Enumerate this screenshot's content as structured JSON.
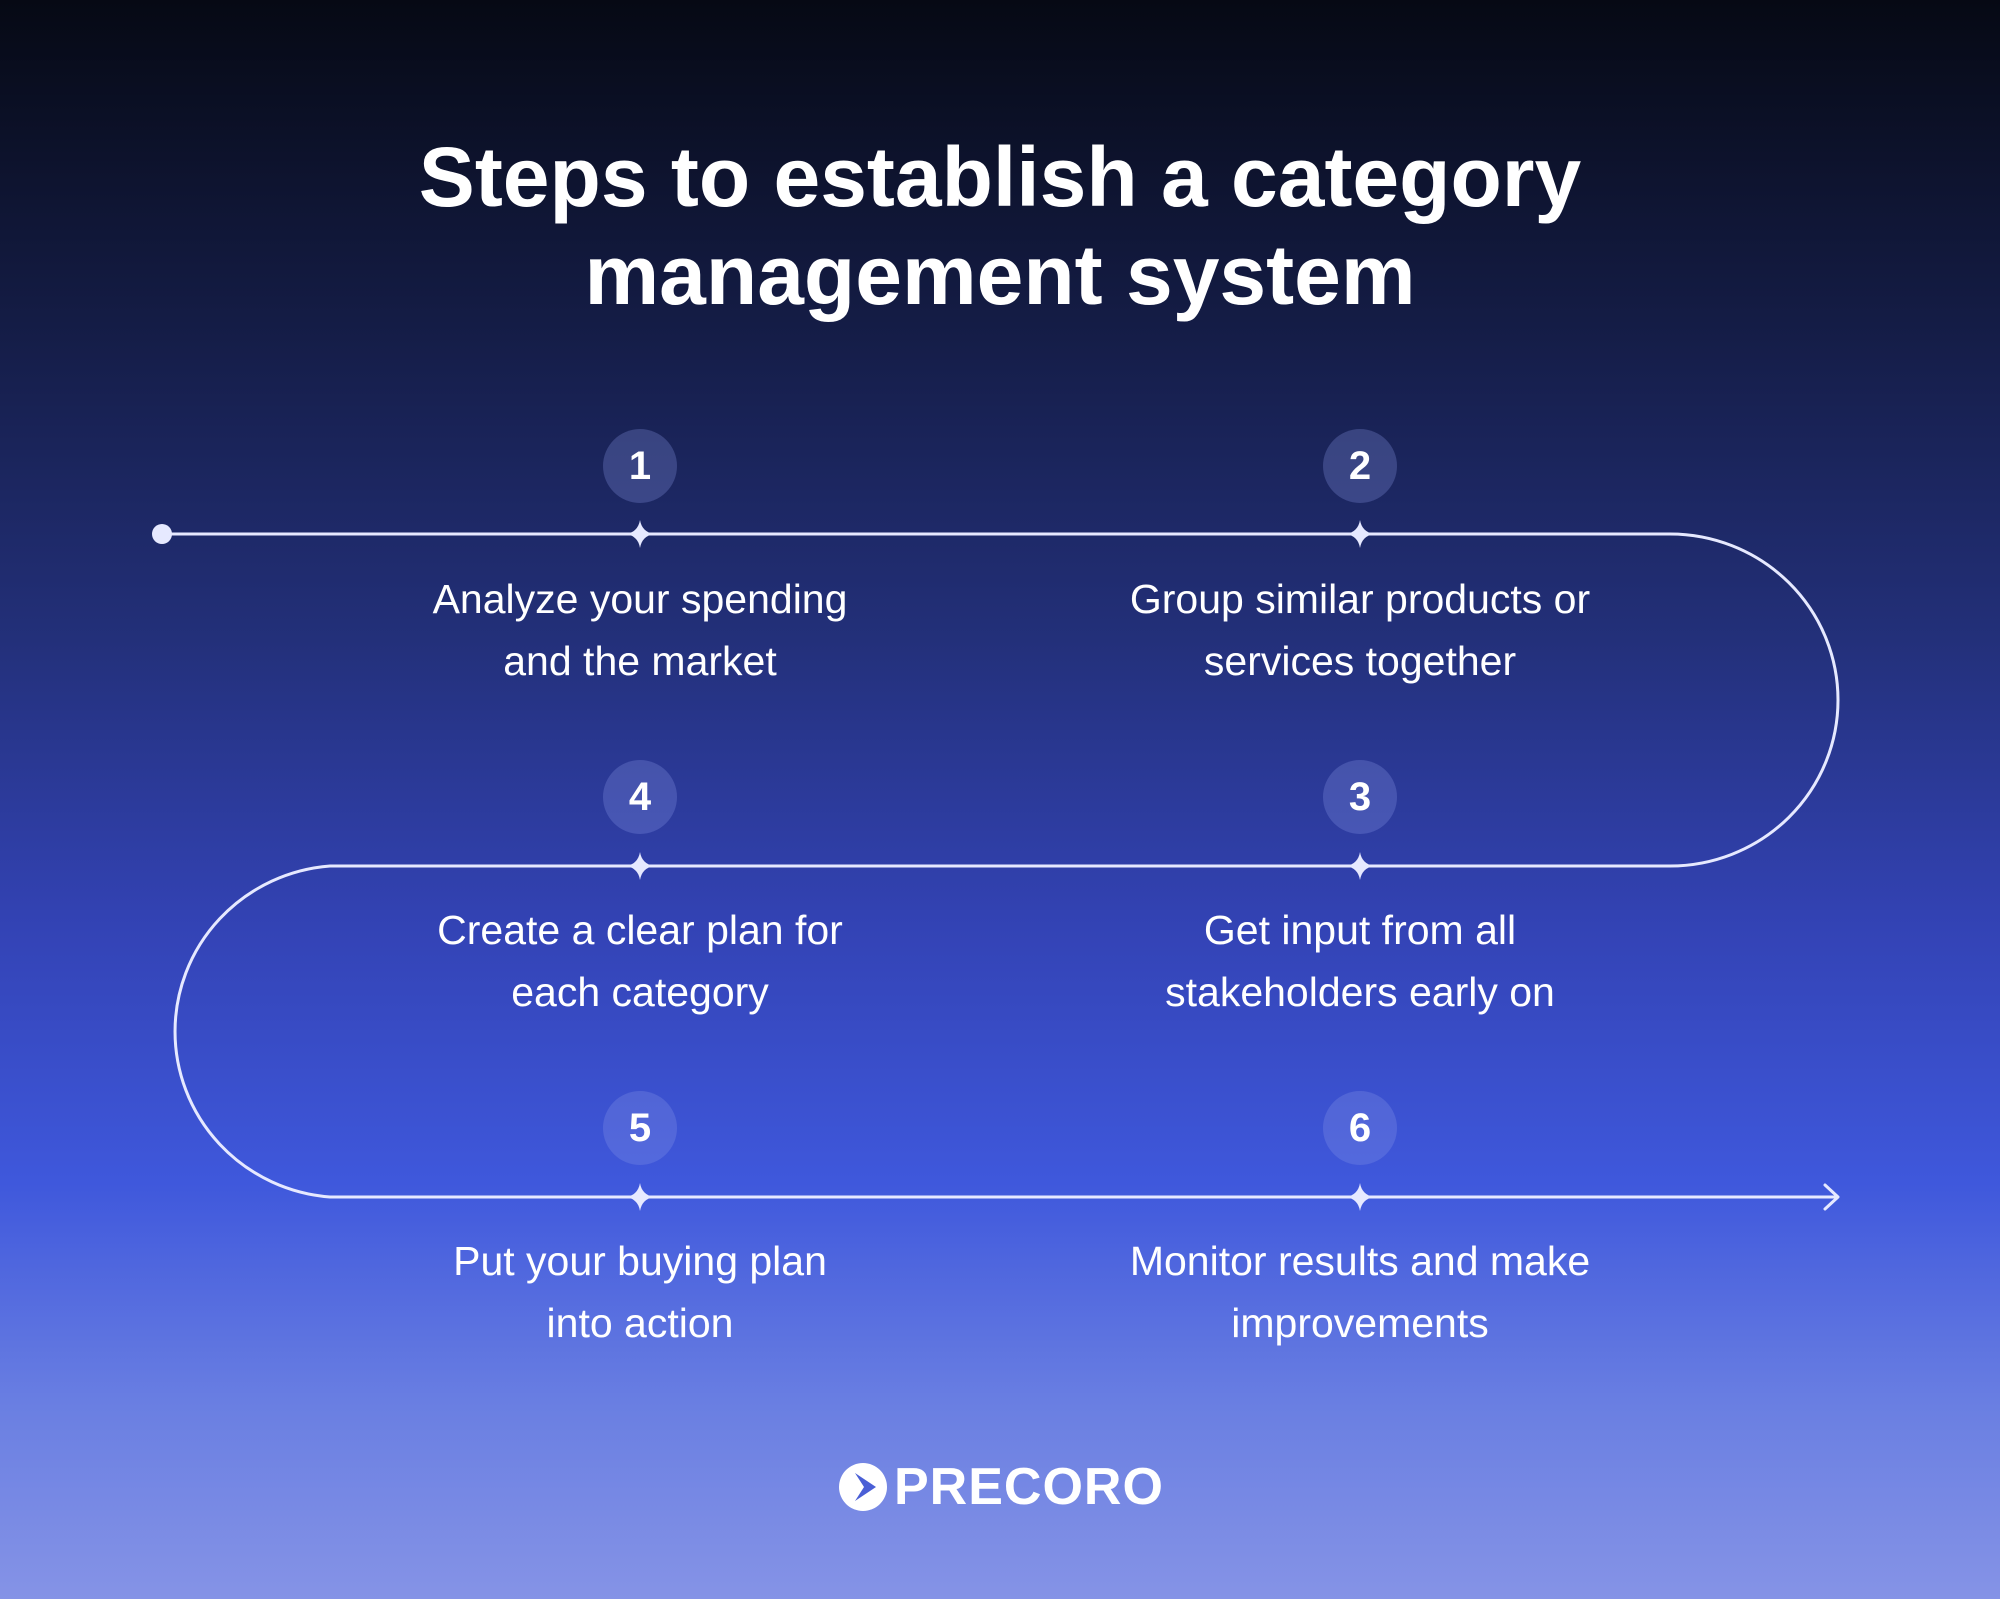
{
  "title": {
    "line1": "Steps to establish a category",
    "line2": "management system"
  },
  "steps": [
    {
      "number": "1",
      "line1": "Analyze your spending",
      "line2": "and the market"
    },
    {
      "number": "2",
      "line1": "Group similar products or",
      "line2": "services together"
    },
    {
      "number": "3",
      "line1": "Get input from all",
      "line2": "stakeholders early on"
    },
    {
      "number": "4",
      "line1": "Create a clear plan for",
      "line2": "each category"
    },
    {
      "number": "5",
      "line1": "Put your buying plan",
      "line2": "into action"
    },
    {
      "number": "6",
      "line1": "Monitor results and make",
      "line2": "improvements"
    }
  ],
  "brand": {
    "name": "PRECORO",
    "icon": "precoro-logo-icon"
  },
  "colors": {
    "background_top": "#060914",
    "background_bottom": "#8593e6",
    "path_line": "#e6e9ff",
    "text": "#ffffff"
  }
}
